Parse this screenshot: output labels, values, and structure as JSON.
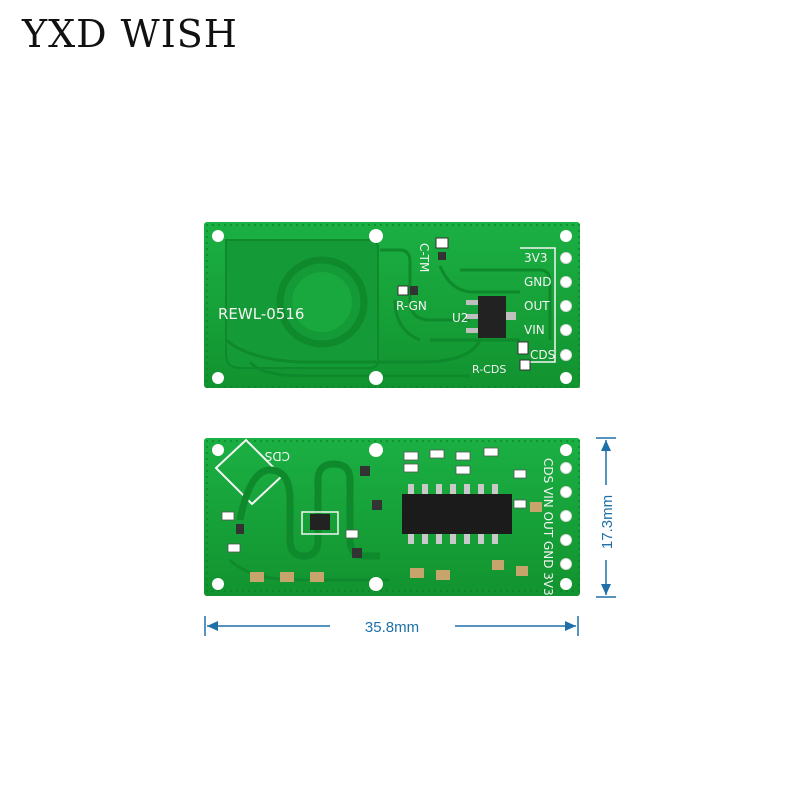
{
  "brand": {
    "name": "YXD WISH"
  },
  "top_board": {
    "model": "REWL-0516",
    "labels": {
      "ctm": "C-TM",
      "rgn": "R-GN",
      "u2": "U2",
      "rcds": "R-CDS"
    },
    "pins": [
      "3V3",
      "GND",
      "OUT",
      "VIN",
      "CDS"
    ]
  },
  "bottom_board": {
    "cds_label": "CDS",
    "pins_text": "CDS VIN OUT GND 3V3"
  },
  "dimensions": {
    "width": "35.8mm",
    "height": "17.3mm"
  },
  "colors": {
    "pcb": "#17a03a",
    "trace": "#0f8a2e",
    "silk": "#f4f4f4",
    "dimension": "#1f6fa8"
  }
}
